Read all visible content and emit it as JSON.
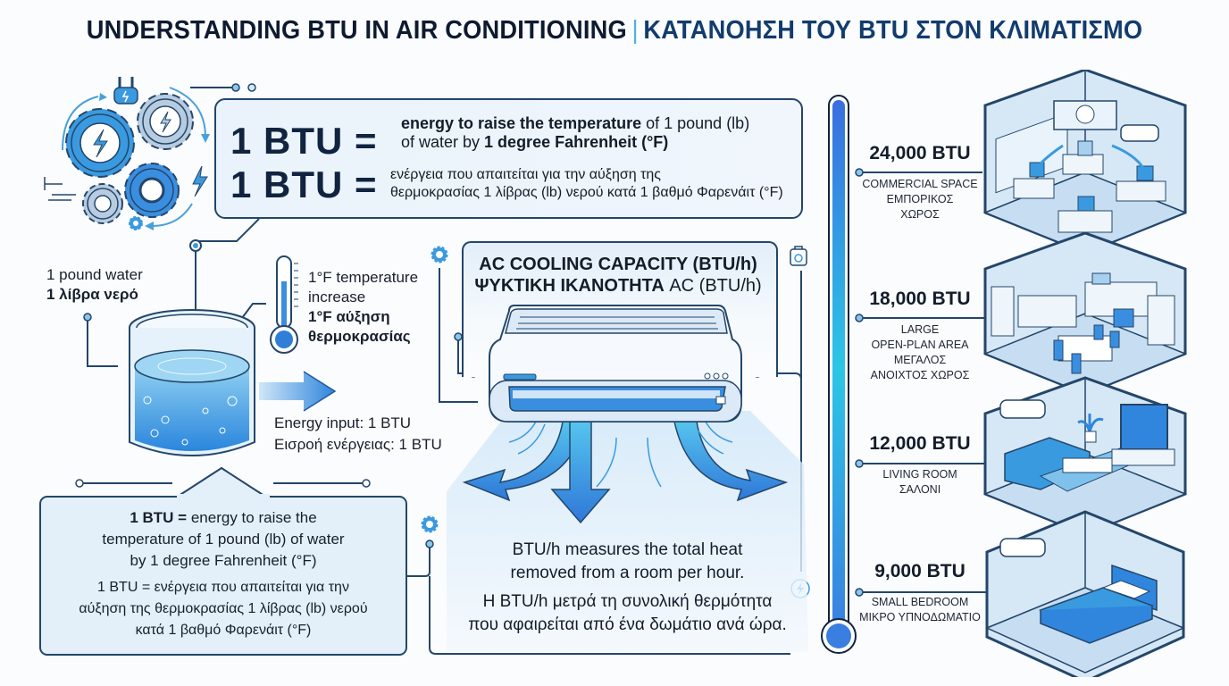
{
  "title": {
    "english": "UNDERSTANDING BTU IN AIR CONDITIONING",
    "separator": "|",
    "greek": "ΚΑΤΑΝΟΗΣΗ ΤΟΥ BTU ΣΤΟΝ ΚΛΙΜΑΤΙΣΜΟ"
  },
  "definition_box": {
    "lhs": "1 BTU =",
    "en_bold_1": "energy to raise the temperature",
    "en_rest_1": " of 1 pound (lb)",
    "en_rest_2": "of water by ",
    "en_bold_2": "1 degree Fahrenheit (°F)",
    "gr_line_1": "ενέργεια που απαιτείται για την αύξηση της",
    "gr_line_2": "θερμοκρασίας 1 λίβρας (lb) νερού κατά 1 βαθμό Φαρενάιτ (°F)"
  },
  "water": {
    "label_en": "1 pound water",
    "label_gr": "1 λίβρα νερό"
  },
  "thermometer": {
    "label_en_1": "1°F temperature",
    "label_en_2": "increase",
    "label_gr_1": "1°F αύξηση",
    "label_gr_2": "θερμοκρασίας"
  },
  "energy_input": {
    "en": "Energy input: 1 BTU",
    "gr": "Εισροή ενέργειας: 1 BTU"
  },
  "callout": {
    "en_bold": "1 BTU =",
    "en_1": " energy to raise the",
    "en_2": "temperature of 1 pound (lb) of water",
    "en_3": "by 1 degree Fahrenheit (°F)",
    "gr_1": "1 BTU = ενέργεια που απαιτείται για την",
    "gr_2": "αύξηση της θερμοκρασίας 1 λίβρας (lb) νερού",
    "gr_3": "κατά 1 βαθμό Φαρενάιτ (°F)"
  },
  "ac": {
    "heading_en": "AC COOLING CAPACITY (BTU/h)",
    "heading_gr_bold": "ΨΥΚΤΙΚΗ ΙΚΑΝΟΤΗΤΑ",
    "heading_gr_rest": " AC (BTU/h)",
    "desc_en_1": "BTU/h measures the total heat",
    "desc_en_2": "removed from a room per hour.",
    "desc_gr_1": "Η BTU/h μετρά τη συνολική θερμότητα",
    "desc_gr_2": "που αφαιρείται από ένα δωμάτιο ανά ώρα."
  },
  "scale": {
    "levels": [
      {
        "capacity": "24,000 BTU",
        "en": "COMMERCIAL SPACE",
        "gr_1": "ΕΜΠΟΡΙΚΟΣ",
        "gr_2": "ΧΩΡΟΣ"
      },
      {
        "capacity": "18,000 BTU",
        "en": "LARGE",
        "en_2": "OPEN-PLAN AREA",
        "gr_1": "ΜΕΓΑΛΟΣ",
        "gr_2": "ΑΝΟΙΧΤΟΣ ΧΩΡΟΣ"
      },
      {
        "capacity": "12,000 BTU",
        "en": "LIVING ROOM",
        "gr_1": "ΣΑΛΟΝΙ"
      },
      {
        "capacity": "9,000 BTU",
        "en": "SMALL BEDROOM",
        "gr_1": "ΜΙΚΡΟ ΥΠΝΟΔΩΜΑΤΙΟ"
      }
    ]
  },
  "icons": [
    "gears-icon",
    "plug-icon",
    "lightning-icon",
    "thermometer-icon",
    "water-beaker-icon",
    "arrow-right-icon",
    "air-conditioner-icon",
    "airflow-arrows-icon",
    "gear-icon",
    "thermostat-icon",
    "thermometer-scale-icon",
    "office-room-icon",
    "kitchen-room-icon",
    "living-room-icon",
    "bedroom-icon"
  ],
  "colors": {
    "navy": "#10233f",
    "title_greek": "#123c6e",
    "accent": "#3a8ee0",
    "cyan": "#2ac8e6",
    "line": "#24466a",
    "panel": "#e3eff9"
  }
}
